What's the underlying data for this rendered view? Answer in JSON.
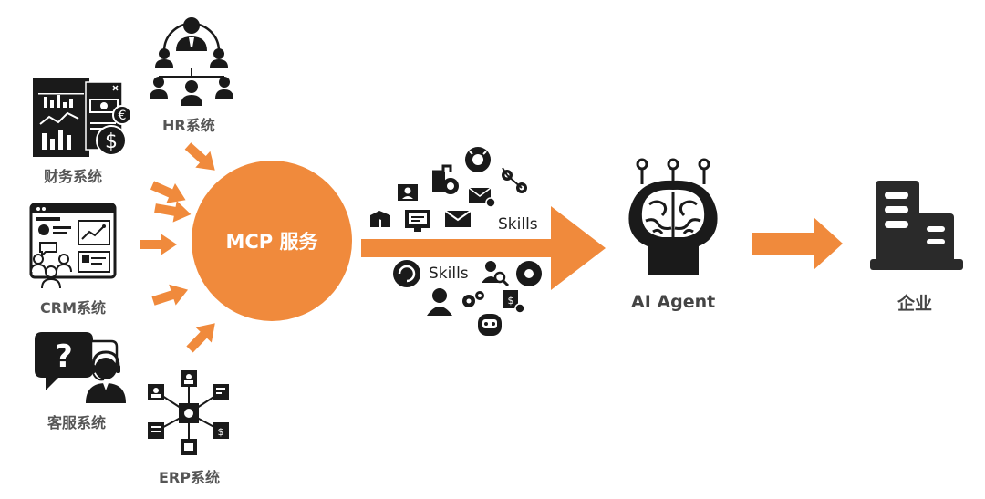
{
  "colors": {
    "accent": "#f08a3c",
    "icon": "#1a1a1a",
    "label": "#555555"
  },
  "systems": {
    "hr": {
      "label": "HR系统",
      "icon": "org-chart-icon"
    },
    "finance": {
      "label": "财务系统",
      "icon": "finance-dashboard-icon"
    },
    "crm": {
      "label": "CRM系统",
      "icon": "crm-dashboard-icon"
    },
    "support": {
      "label": "客服系统",
      "icon": "customer-service-icon"
    },
    "erp": {
      "label": "ERP系统",
      "icon": "erp-network-icon"
    }
  },
  "hub": {
    "label": "MCP 服务"
  },
  "skills": {
    "upper_label": "Skills",
    "lower_label": "Skills"
  },
  "agent": {
    "label": "AI Agent",
    "icon": "ai-brain-icon"
  },
  "enterprise": {
    "label": "企业",
    "icon": "office-building-icon"
  }
}
